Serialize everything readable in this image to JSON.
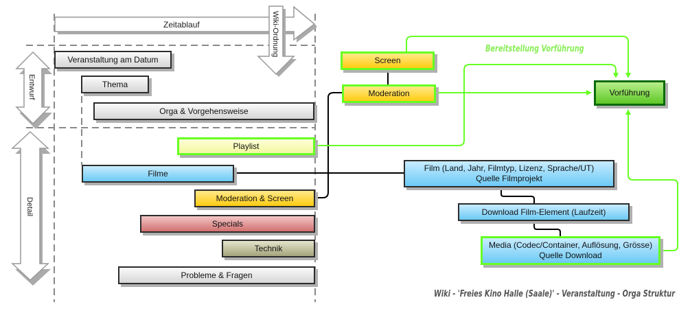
{
  "diagram": {
    "caption": "Wiki - 'Freies Kino Halle (Saale)' - Veranstaltung - Orga Struktur",
    "arrows": {
      "zeitablauf": "Zeitablauf",
      "wiki_ordnung": "Wiki-Ordnung",
      "entwurf": "Entwurf",
      "detail": "Detail"
    },
    "left_boxes": {
      "veranstaltung": "Veranstaltung am Datum",
      "thema": "Thema",
      "orga": "Orga & Vorgehensweise",
      "playlist": "Playlist",
      "filme": "Filme",
      "moderation_screen": "Moderation & Screen",
      "specials": "Specials",
      "technik": "Technik",
      "probleme": "Probleme & Fragen"
    },
    "right_boxes": {
      "screen": "Screen",
      "moderation": "Moderation",
      "vorfuehrung": "Vorführung",
      "film_line1": "Film (Land, Jahr, Filmtyp, Lizenz, Sprache/UT)",
      "film_line2": "Quelle Filmprojekt",
      "download": "Download Film-Element (Laufzeit)",
      "media_line1": "Media (Codec/Container, Auflösung, Grösse)",
      "media_line2": "Quelle Download"
    },
    "flow_label": "Bereitstellung Vorführung",
    "colors": {
      "flow_green": "#66ff22",
      "vorfuehrung_green": "#5ec826",
      "film_blue": "#6ccaf5",
      "moderation_yellow": "#ffcc11",
      "specials_red": "#d47070",
      "technik_olive": "#a4a47c"
    }
  }
}
